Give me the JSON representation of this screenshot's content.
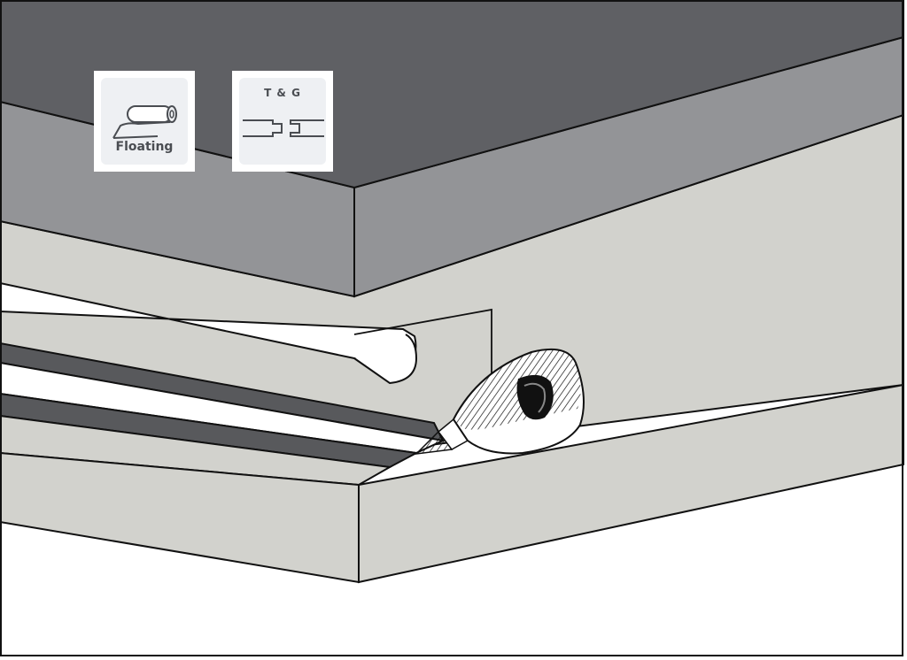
{
  "illustration": {
    "subject": "adhesive-bottle-applying-glue-in-groove",
    "colors": {
      "top_panel": "#5f6064",
      "panel_edge": "#939497",
      "board": "#d2d2cd",
      "strip_dark": "#58595c",
      "gap": "#ffffff",
      "outline": "#111111"
    }
  },
  "badges": {
    "floating": {
      "label": "Floating",
      "icon": "underlay-roll-icon"
    },
    "tongue_and_groove": {
      "label": "T & G",
      "icon": "tongue-and-groove-joint-icon"
    }
  }
}
